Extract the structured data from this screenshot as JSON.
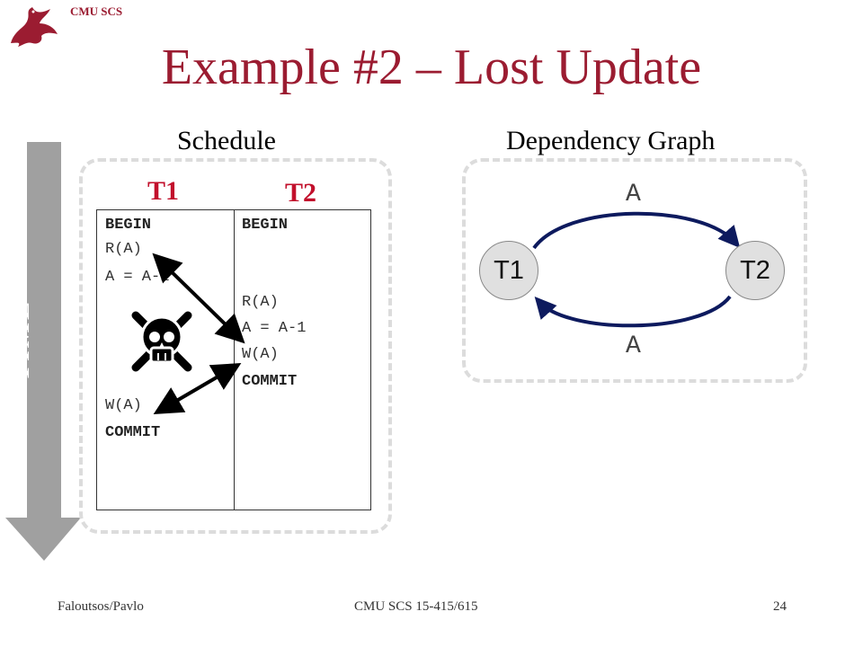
{
  "header": {
    "logo_text": "CMU SCS"
  },
  "title": "Example #2 – Lost Update",
  "schedule": {
    "heading": "Schedule",
    "time_label": "TIME",
    "t1": {
      "label": "T1",
      "ops": [
        "BEGIN",
        "R(A)",
        "A = A-1",
        "W(A)",
        "COMMIT"
      ]
    },
    "t2": {
      "label": "T2",
      "ops": [
        "BEGIN",
        "R(A)",
        "A = A-1",
        "W(A)",
        "COMMIT"
      ]
    },
    "conflict_icon": "skull-crossbones-icon"
  },
  "graph": {
    "heading": "Dependency Graph",
    "nodes": [
      "T1",
      "T2"
    ],
    "edge_top_label": "A",
    "edge_bottom_label": "A"
  },
  "footer": {
    "left": "Faloutsos/Pavlo",
    "center": "CMU SCS 15-415/615",
    "page": "24"
  },
  "colors": {
    "title": "#9b1c31",
    "txn_label": "#c2102c",
    "edge": "#0d1a5e",
    "dash": "#dcdcdc"
  }
}
